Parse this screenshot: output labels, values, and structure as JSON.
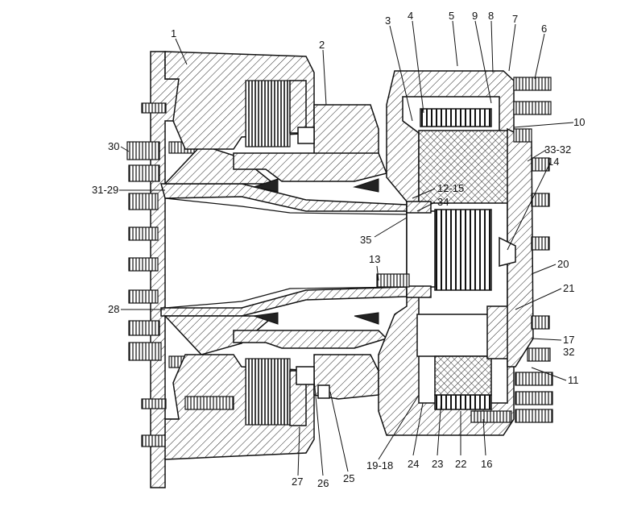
{
  "callouts": {
    "c1": "1",
    "c2": "2",
    "c3": "3",
    "c4": "4",
    "c5": "5",
    "c6": "6",
    "c7": "7",
    "c8": "8",
    "c9": "9",
    "c10": "10",
    "c33_32": "33-32",
    "c14": "14",
    "c12_15": "12-15",
    "c34": "34",
    "c35": "35",
    "c13": "13",
    "c20": "20",
    "c21": "21",
    "c17": "17",
    "c32": "32",
    "c11": "11",
    "c16": "16",
    "c22": "22",
    "c23": "23",
    "c24": "24",
    "c19_18": "19-18",
    "c25": "25",
    "c26": "26",
    "c27": "27",
    "c28": "28",
    "c31_29": "31-29",
    "c30": "30"
  }
}
